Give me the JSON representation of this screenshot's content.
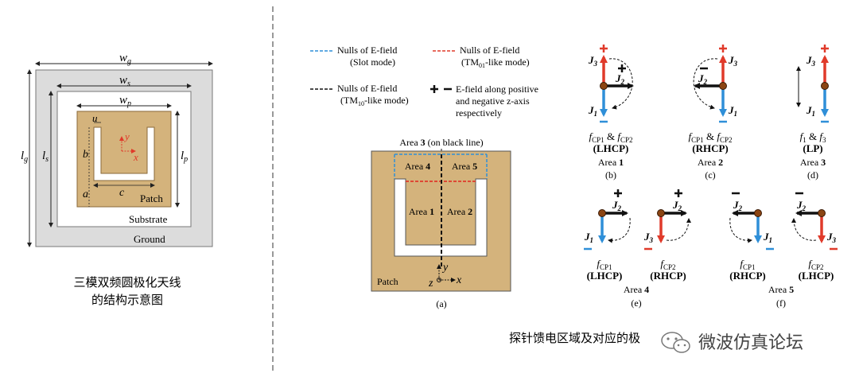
{
  "left_panel": {
    "labels": {
      "wg": "w",
      "wg_sub": "g",
      "ws": "w",
      "ws_sub": "s",
      "wp": "w",
      "wp_sub": "p",
      "lg": "l",
      "lg_sub": "g",
      "ls": "l",
      "ls_sub": "s",
      "lp": "l",
      "lp_sub": "p",
      "u": "u",
      "b": "b",
      "a": "a",
      "c": "c",
      "axis_y": "y",
      "axis_x": "x",
      "patch": "Patch",
      "substrate": "Substrate",
      "ground": "Ground"
    },
    "caption_line1": "三模双频圆极化天线",
    "caption_line2": "的结构示意图"
  },
  "legend": {
    "slot": [
      "Nulls of E-field",
      "(Slot mode)"
    ],
    "tm01": [
      "Nulls of E-field",
      "(TM",
      "01",
      "-like mode)"
    ],
    "tm10": [
      "Nulls of E-field",
      "(TM",
      "10",
      "-like mode)"
    ],
    "efield": [
      "E-field along positive",
      "and negative z-axis",
      "respectively"
    ],
    "colors": {
      "slot": "#2f8fd8",
      "tm01": "#e03a2a",
      "tm10": "#111111"
    }
  },
  "panel_a": {
    "title": "Area ",
    "title_num": "3",
    "title_rest": " (on black line)",
    "area4": "Area ",
    "area4_num": "4",
    "area5": "Area ",
    "area5_num": "5",
    "area1": "Area ",
    "area1_num": "1",
    "area2": "Area ",
    "area2_num": "2",
    "patch": "Patch",
    "z": "z",
    "y": "y",
    "x": "x",
    "caption": "(a)"
  },
  "panels": {
    "b": {
      "f1": "f",
      "f1_sub": "CP1",
      "amp": " & ",
      "f2": "f",
      "f2_sub": "CP2",
      "pol": "(LHCP)",
      "area": "Area ",
      "area_num": "1",
      "caption": "(b)"
    },
    "c": {
      "f1": "f",
      "f1_sub": "CP1",
      "amp": " & ",
      "f2": "f",
      "f2_sub": "CP2",
      "pol": "(RHCP)",
      "area": "Area ",
      "area_num": "2",
      "caption": "(c)"
    },
    "d": {
      "f1": "f",
      "f1_sub": "1",
      "amp": " & ",
      "f2": "f",
      "f2_sub": "3",
      "pol": "(LP)",
      "area": "Area ",
      "area_num": "3",
      "caption": "(d)"
    },
    "e": {
      "fa": "f",
      "fa_sub": "CP1",
      "fb": "f",
      "fb_sub": "CP2",
      "pol_a": "(LHCP)",
      "pol_b": "(RHCP)",
      "area": "Area ",
      "area_num": "4",
      "caption": "(e)"
    },
    "f": {
      "fa": "f",
      "fa_sub": "CP1",
      "fb": "f",
      "fb_sub": "CP2",
      "pol_a": "(RHCP)",
      "pol_b": "(LHCP)",
      "area": "Area ",
      "area_num": "5",
      "caption": "(f)"
    }
  },
  "currents": {
    "j": "J",
    "s1": "1",
    "s2": "2",
    "s3": "3"
  },
  "bottom_caption": "探针馈电区域及对应的极",
  "watermark": "微波仿真论坛",
  "colors": {
    "ground": "#dcdcdc",
    "substrate": "#ffffff",
    "patch": "#d4b37c",
    "red": "#e03a2a",
    "blue": "#2f8fd8",
    "dot": "#8b4513"
  }
}
